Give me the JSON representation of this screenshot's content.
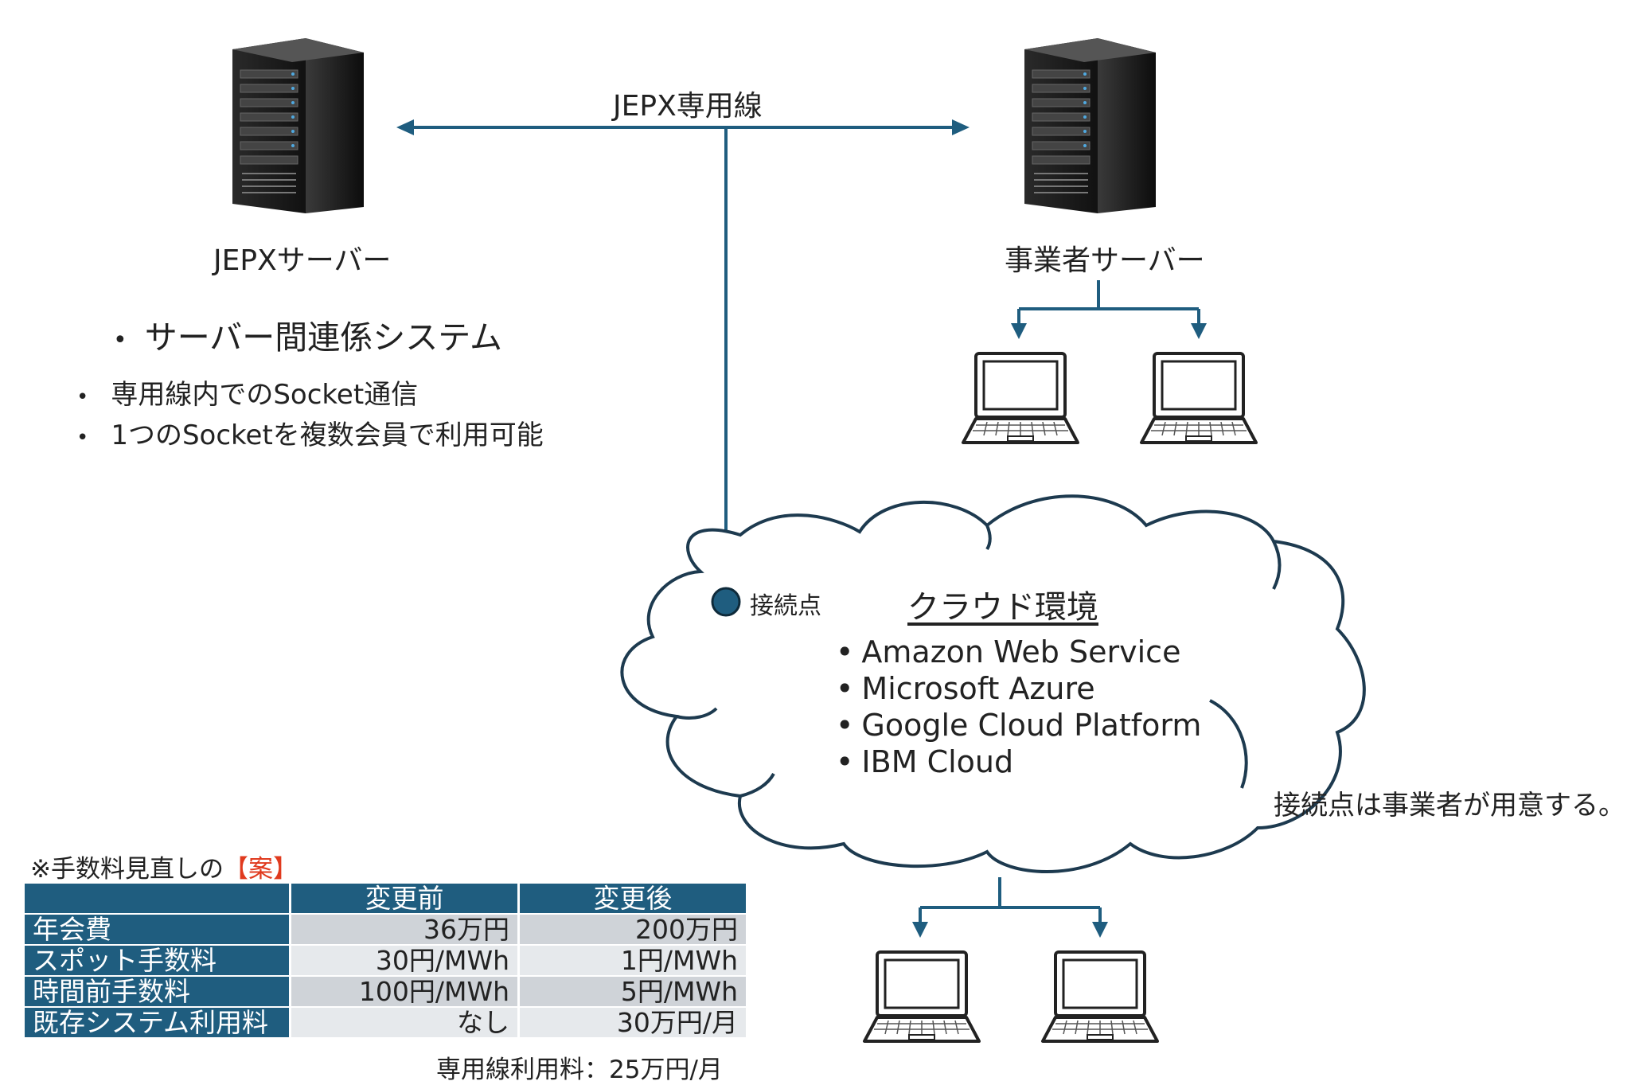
{
  "diagram": {
    "link_label": "JEPX専用線",
    "jepx_server_label": "JEPXサーバー",
    "operator_server_label": "事業者サーバー",
    "system_title": "サーバー間連係システム",
    "system_points": [
      "専用線内でのSocket通信",
      "1つのSocketを複数会員で利用可能"
    ],
    "connection_point_label": "接続点",
    "cloud": {
      "title": "クラウド環境",
      "providers": [
        "Amazon Web Service",
        "Microsoft Azure",
        "Google Cloud Platform",
        "IBM Cloud"
      ]
    },
    "connection_note": "接続点は事業者が用意する。",
    "colors": {
      "line": "#1f5d7f",
      "cloud_stroke": "#1d3a4f",
      "table_header": "#1f5d7f",
      "accent_red": "#e03a1e"
    }
  },
  "fee_table": {
    "caption_prefix": "※手数料見直しの",
    "caption_highlight": "【案】",
    "headers": [
      "",
      "変更前",
      "変更後"
    ],
    "rows": [
      {
        "item": "年会費",
        "before": "36万円",
        "after": "200万円"
      },
      {
        "item": "スポット手数料",
        "before": "30円/MWh",
        "after": "1円/MWh"
      },
      {
        "item": "時間前手数料",
        "before": "100円/MWh",
        "after": "5円/MWh"
      },
      {
        "item": "既存システム利用料",
        "before": "なし",
        "after": "30万円/月"
      }
    ],
    "footnote": "専用線利用料：25万円/月"
  }
}
